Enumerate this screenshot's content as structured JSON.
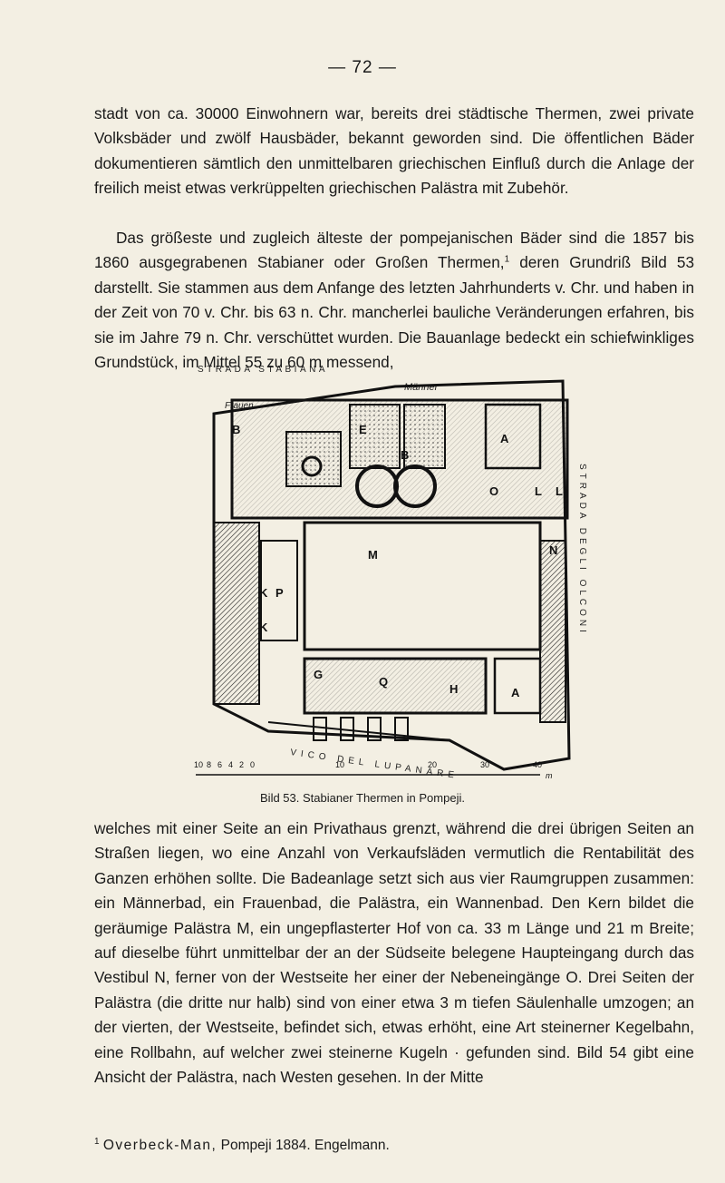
{
  "page_number": "— 72 —",
  "paragraph1": "stadt von ca. 30000 Einwohnern war, bereits drei städtische Thermen, zwei private Volksbäder und zwölf Hausbäder, bekannt geworden sind. Die öffentlichen Bäder dokumentieren sämtlich den unmittelbaren griechischen Einfluß durch die Anlage der freilich meist etwas verkrüppelten griechischen Palästra mit Zubehör.",
  "paragraph2_before": "Das größeste und zugleich älteste der pompejanischen Bäder sind die 1857 bis 1860 ausgegrabenen Stabianer oder Großen Thermen,",
  "paragraph2_footref": "1",
  "paragraph2_after": " deren Grundriß Bild 53 darstellt. Sie stammen aus dem Anfange des letzten Jahrhunderts v. Chr. und haben in der Zeit von 70 v. Chr. bis 63 n. Chr. mancherlei bauliche Veränderungen erfahren, bis sie im Jahre 79 n. Chr. verschüttet wurden. Die Bauanlage bedeckt ein schiefwinkliges Grundstück, im Mittel 55 zu 60 m messend,",
  "figure": {
    "top_street": "STRADA STABIANA",
    "right_street": "STRADA DEGLI OLCONI",
    "bottom_street": "VICO DEL LUPANARE",
    "label_maenner": "Männer",
    "label_frauen": "Frauen",
    "scale_ticks": [
      "10",
      "8",
      "6",
      "4",
      "2",
      "0",
      "10",
      "20",
      "30",
      "40"
    ],
    "scale_unit": "m",
    "caption": "Bild 53. Stabianer Thermen in Pompeji."
  },
  "paragraph3": "welches mit einer Seite an ein Privathaus grenzt, während die drei übrigen Seiten an Straßen liegen, wo eine Anzahl von Verkaufsläden vermutlich die Rentabilität des Ganzen erhöhen sollte. Die Badeanlage setzt sich aus vier Raumgruppen zusammen: ein Männerbad, ein Frauenbad, die Palästra, ein Wannenbad. Den Kern bildet die geräumige Palästra M, ein ungepflasterter Hof von ca. 33 m Länge und 21 m Breite; auf dieselbe führt unmittelbar der an der Südseite belegene Haupteingang durch das Vestibul N, ferner von der Westseite her einer der Nebeneingänge O. Drei Seiten der Palästra (die dritte nur halb) sind von einer etwa 3 m tiefen Säulenhalle umzogen; an der vierten, der Westseite, befindet sich, etwas erhöht, eine Art steinerner Kegelbahn, eine Rollbahn, auf welcher zwei steinerne Kugeln · gefunden sind. Bild 54 gibt eine Ansicht der Palästra, nach Westen gesehen. In der Mitte",
  "footnote": {
    "marker": "1",
    "author": "Overbeck-Man,",
    "text": " Pompeji 1884. Engelmann."
  }
}
